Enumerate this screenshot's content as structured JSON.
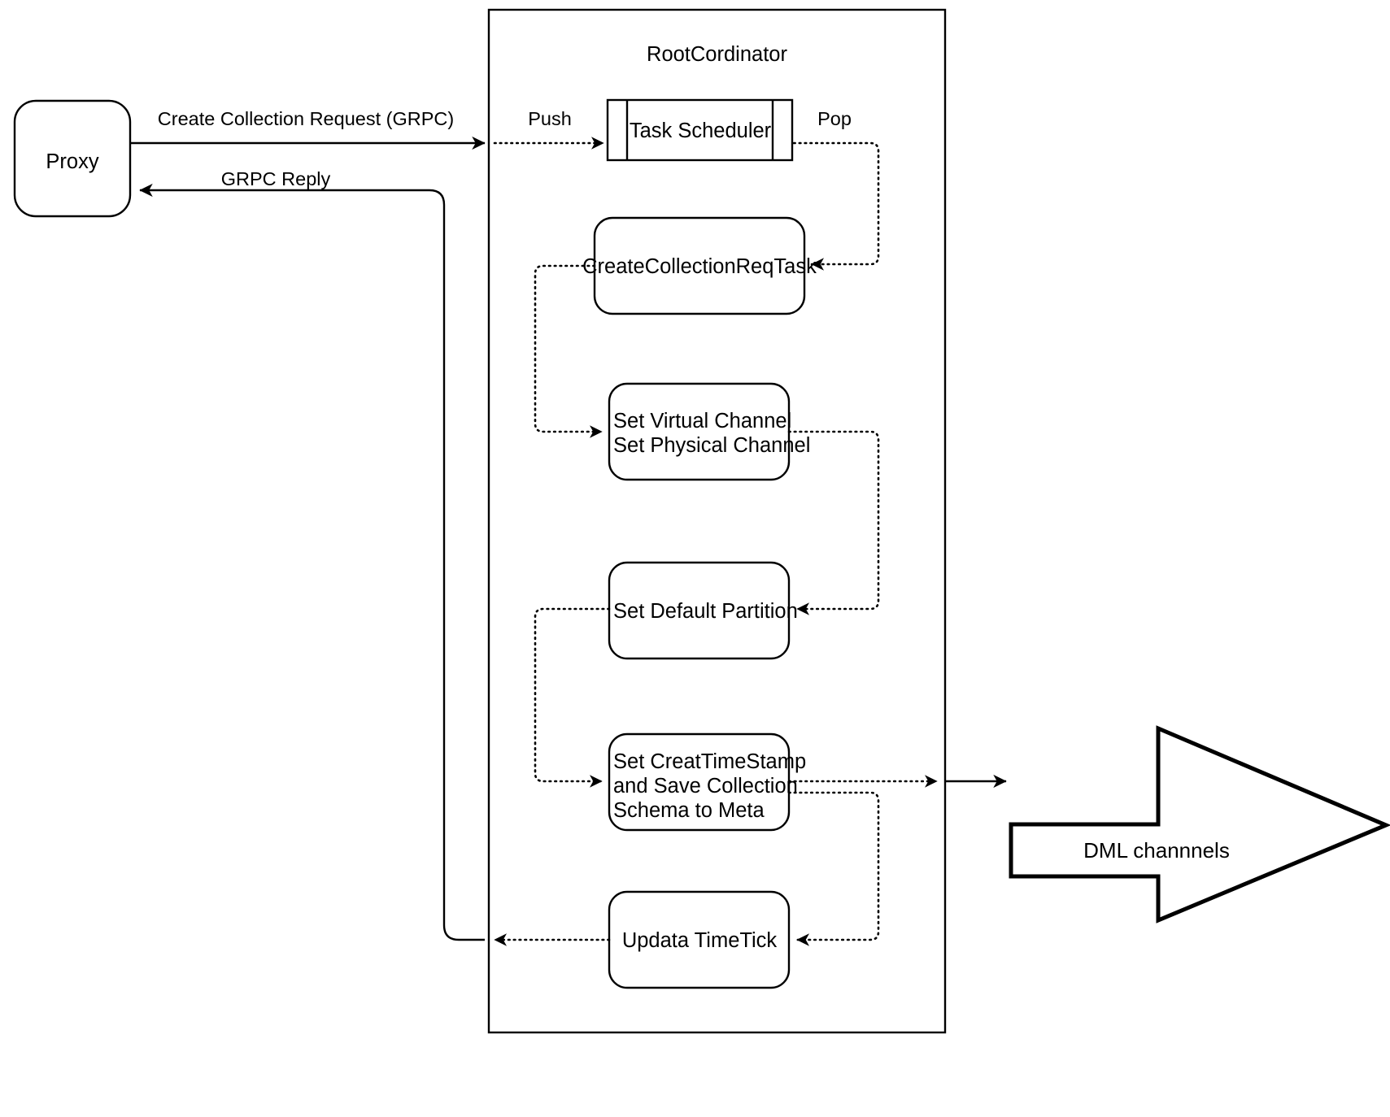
{
  "diagram": {
    "title_visible": "RootCordinator",
    "colors": {
      "stroke": "#000000",
      "fill": "#ffffff",
      "background": "#ffffff"
    },
    "container": {
      "label": "RootCordinator"
    },
    "nodes": {
      "proxy": {
        "label": "Proxy",
        "shape": "rounded-rect"
      },
      "task_scheduler": {
        "label": "Task Scheduler",
        "shape": "internal-storage"
      },
      "create_collection_req_task": {
        "label": "CreateCollectionReqTask",
        "shape": "rounded-rect"
      },
      "set_channels": {
        "line1": "Set Virtual Channel",
        "line2": "Set Physical Channel",
        "shape": "rounded-rect"
      },
      "set_default_partition": {
        "label": "Set Default Partition",
        "shape": "rounded-rect"
      },
      "set_timestamp": {
        "line1": "Set CreatTimeStamp",
        "line2": "and Save Collection",
        "line3": "Schema to Meta",
        "shape": "rounded-rect"
      },
      "update_timetick": {
        "label": "Updata TimeTick",
        "shape": "rounded-rect"
      },
      "dml_channels": {
        "label": "DML channnels",
        "shape": "block-arrow-right"
      }
    },
    "edge_labels": {
      "create_collection_request": "Create Collection Request (GRPC)",
      "grpc_reply": "GRPC Reply",
      "push": "Push",
      "pop": "Pop"
    }
  }
}
